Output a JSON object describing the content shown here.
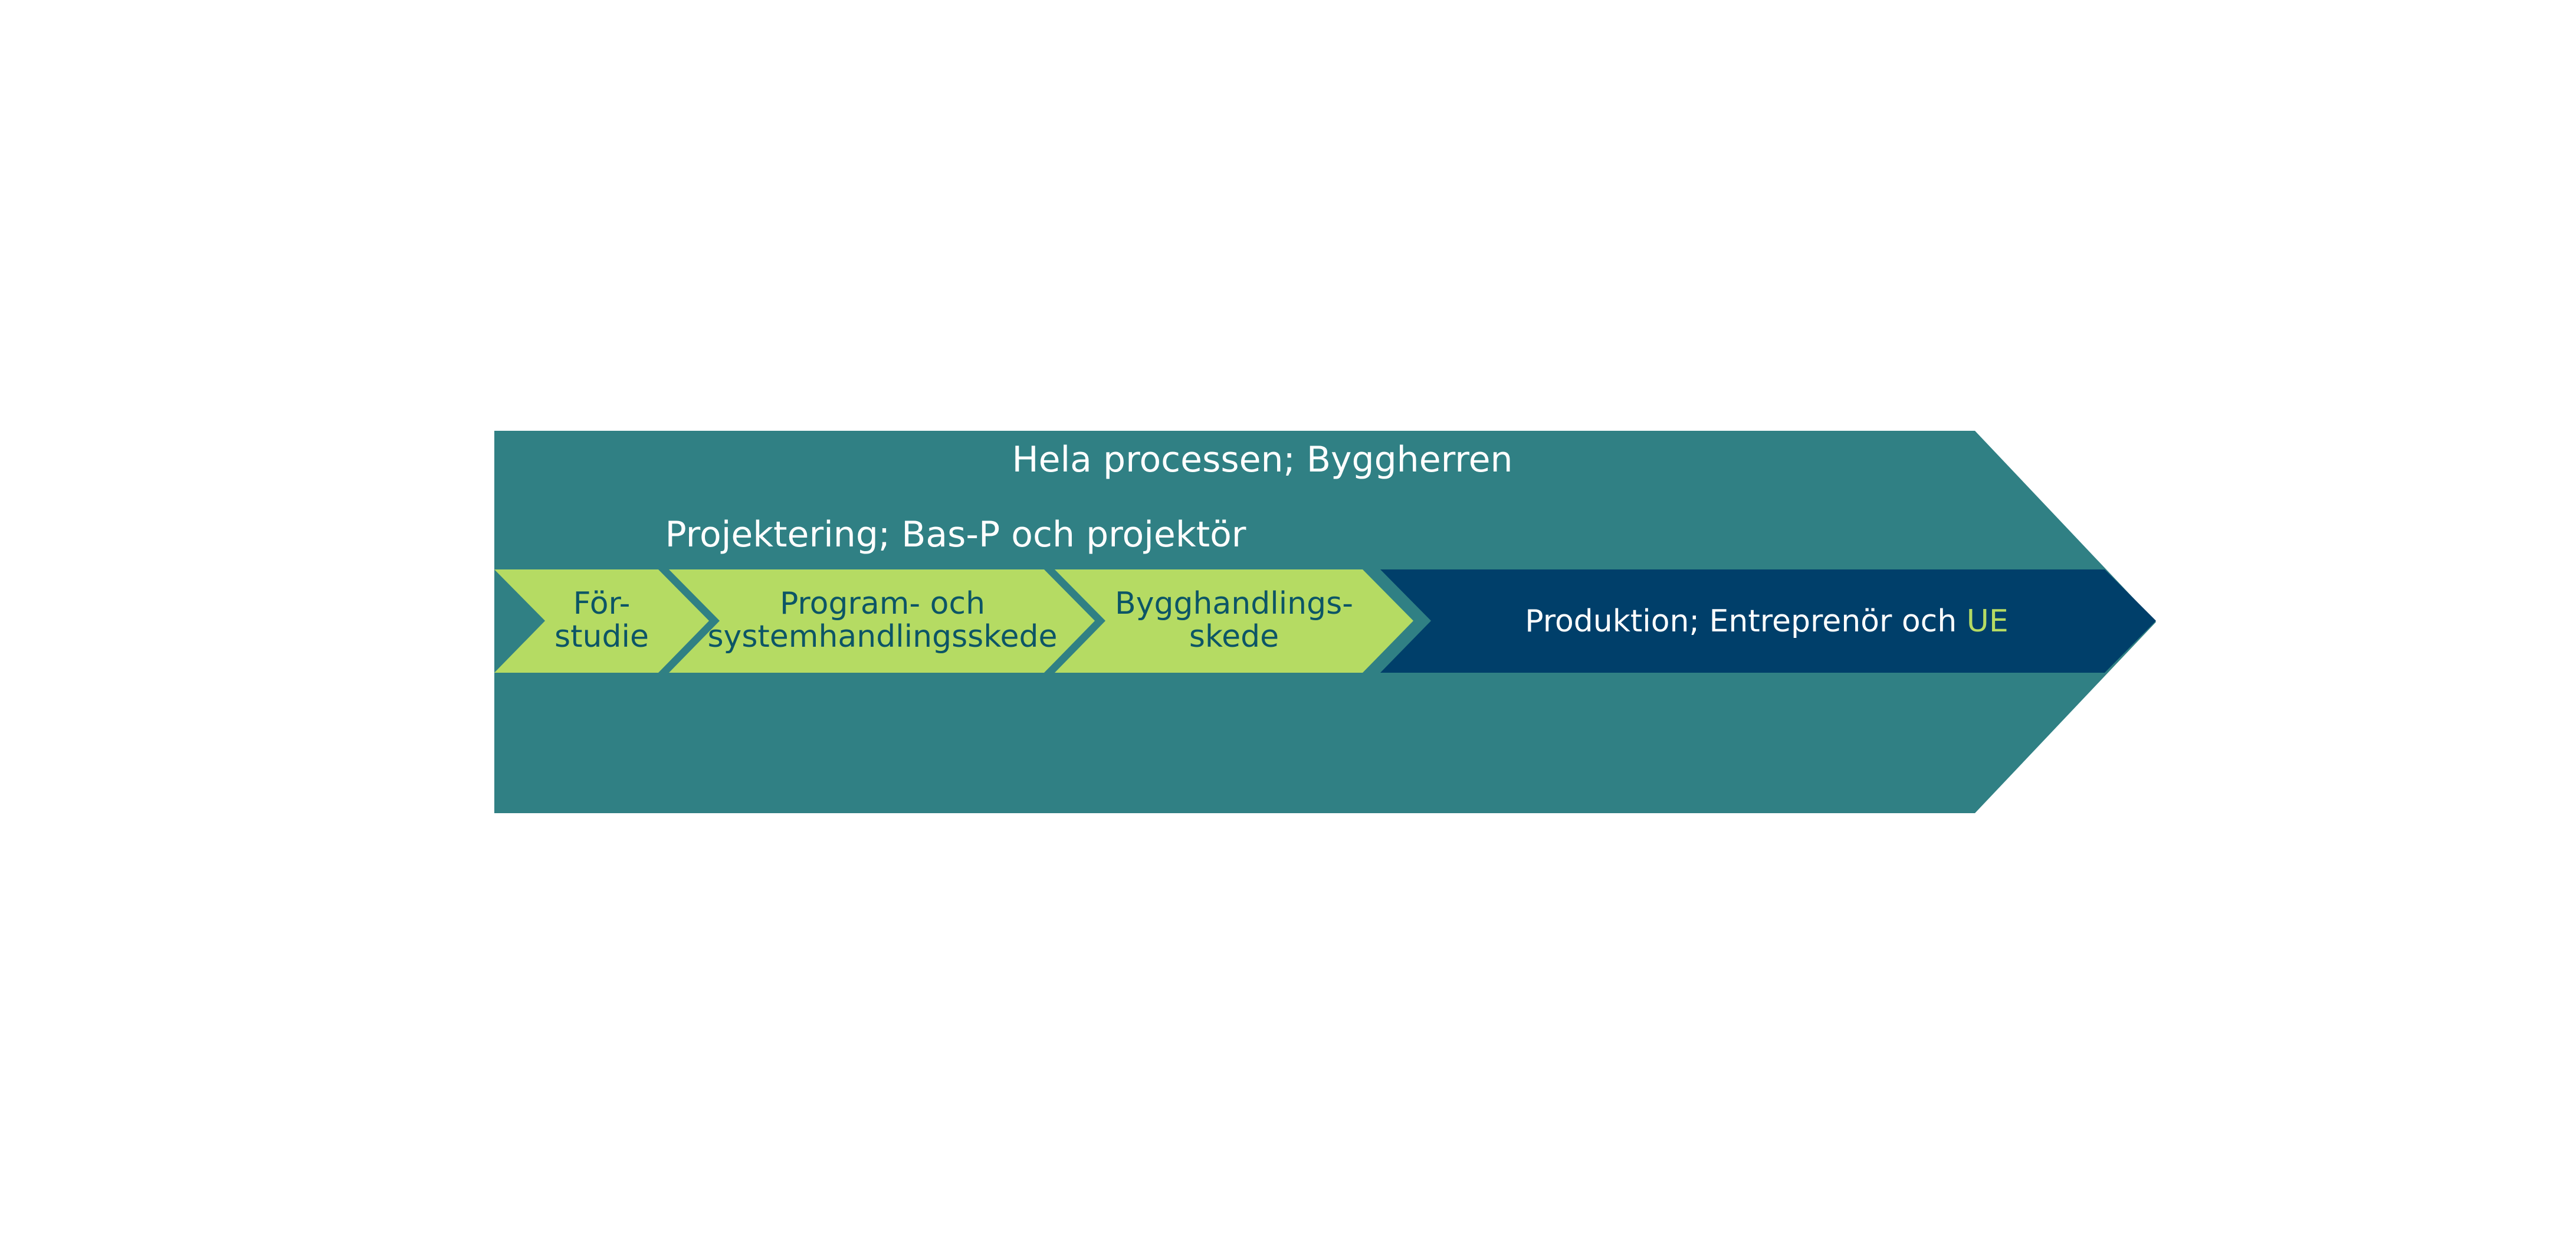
{
  "colors": {
    "teal": "#308084",
    "lime": "#b5db63",
    "navy": "#003f6a",
    "dark_text": "#0c5566",
    "white": "#ffffff"
  },
  "diagram": {
    "process_label": "Hela processen; Byggherren",
    "design_label": "Projektering; Bas-P och projektör",
    "stages": [
      {
        "line1": "För-",
        "line2": "studie"
      },
      {
        "line1": "Program- och",
        "line2": "systemhandlingsskede"
      },
      {
        "line1": "Bygghandlings-",
        "line2": "skede"
      }
    ],
    "production": {
      "text": "Produktion; Entreprenör och ",
      "highlight": "UE"
    }
  }
}
